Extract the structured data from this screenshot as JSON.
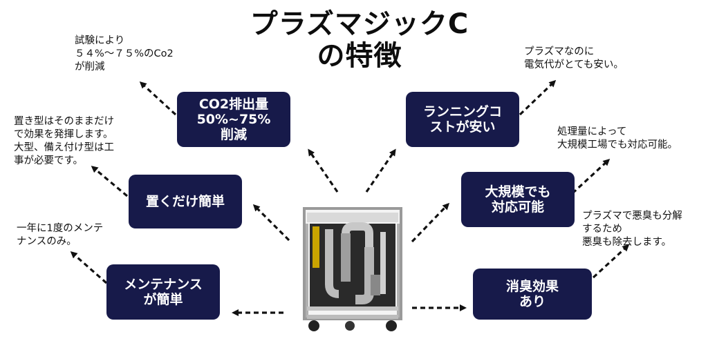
{
  "title": {
    "line1": "プラズマジックC",
    "line2": "の特徴"
  },
  "features": {
    "co2": {
      "label": "CO2排出量\n50%~75%\n削減",
      "note": "試験により\n５４%～７５%のCo2\nが削減"
    },
    "running_cost": {
      "label": "ランニングコ\nストが安い",
      "note": "プラズマなのに\n電気代がとても安い。"
    },
    "placement": {
      "label": "置くだけ簡単",
      "note": "置き型はそのままだけ\nで効果を発揮します。\n大型、備え付け型は工\n事が必要です。"
    },
    "large_scale": {
      "label": "大規模でも\n対応可能",
      "note": "処理量によって\n大規模工場でも対応可能。"
    },
    "maintenance": {
      "label": "メンテナンス\nが簡単",
      "note": "一年に1度のメンテ\nナンスのみ。"
    },
    "deodorize": {
      "label": "消臭効果\nあり",
      "note": "プラズマで悪臭も分解\nするため\n悪臭も除去します。"
    }
  },
  "colors": {
    "box": "#171a4a",
    "arrow": "#111111"
  },
  "icons": [
    "machine-image"
  ]
}
